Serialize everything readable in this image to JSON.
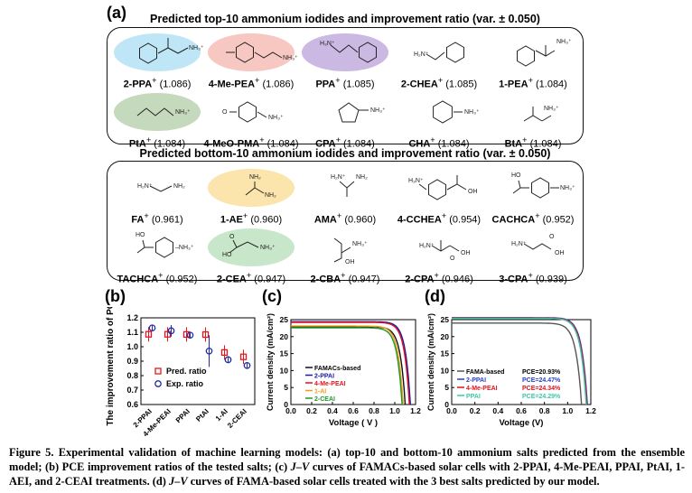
{
  "panels": {
    "a": "(a)",
    "b": "(b)",
    "c": "(c)",
    "d": "(d)"
  },
  "top_title": "Predicted top-10 ammonium iodides and improvement ratio (var. ± 0.050)",
  "bottom_title": "Predicted bottom-10 ammonium iodides and improvement ratio (var. ± 0.050)",
  "top_salts": [
    {
      "name": "2-PPA",
      "charge": "+",
      "ratio": "(1.086)",
      "highlight": "#bfe6f7"
    },
    {
      "name": "4-Me-PEA",
      "charge": "+",
      "ratio": "(1.086)",
      "highlight": "#f7c7c1"
    },
    {
      "name": "PPA",
      "charge": "+",
      "ratio": "(1.085)",
      "highlight": "#cbb8e3"
    },
    {
      "name": "2-CHEA",
      "charge": "+",
      "ratio": "(1.085)",
      "highlight": ""
    },
    {
      "name": "1-PEA",
      "charge": "+",
      "ratio": "(1.084)",
      "highlight": ""
    },
    {
      "name": "PtA",
      "charge": "+",
      "ratio": "(1.084)",
      "highlight": "#c5d9bd"
    },
    {
      "name": "4-MeO-PMA",
      "charge": "+",
      "ratio": "(1.084)",
      "highlight": ""
    },
    {
      "name": "CPA",
      "charge": "+",
      "ratio": "(1.084)",
      "highlight": ""
    },
    {
      "name": "CHA",
      "charge": "+",
      "ratio": "(1.084)",
      "highlight": ""
    },
    {
      "name": "BtA",
      "charge": "+",
      "ratio": "(1.084)",
      "highlight": ""
    }
  ],
  "bottom_salts": [
    {
      "name": "FA",
      "charge": "+",
      "ratio": "(0.961)",
      "highlight": ""
    },
    {
      "name": "1-AE",
      "charge": "+",
      "ratio": "(0.960)",
      "highlight": "#fbe5ad"
    },
    {
      "name": "AMA",
      "charge": "+",
      "ratio": "(0.960)",
      "highlight": ""
    },
    {
      "name": "4-CCHEA",
      "charge": "+",
      "ratio": "(0.954)",
      "highlight": ""
    },
    {
      "name": "CACHCA",
      "charge": "+",
      "ratio": "(0.952)",
      "highlight": ""
    },
    {
      "name": "TACHCA",
      "charge": "+",
      "ratio": "(0.952)",
      "highlight": ""
    },
    {
      "name": "2-CEA",
      "charge": "+",
      "ratio": "(0.947)",
      "highlight": "#c8e6c9"
    },
    {
      "name": "2-CBA",
      "charge": "+",
      "ratio": "(0.947)",
      "highlight": ""
    },
    {
      "name": "2-CPA",
      "charge": "+",
      "ratio": "(0.946)",
      "highlight": ""
    },
    {
      "name": "3-CPA",
      "charge": "+",
      "ratio": "(0.939)",
      "highlight": ""
    }
  ],
  "atoms": {
    "nh3": "NH₃⁺",
    "h3n": "H₃N⁺",
    "nh2": "NH₂",
    "h2n": "H₂N⁺",
    "oh": "OH",
    "o": "O",
    "ho": "HO",
    "nh3c": "–NH₃⁺"
  },
  "chart_data": [
    {
      "type": "scatter",
      "ylabel": "The improvement ratio of PCE",
      "ylim": [
        0.6,
        1.2
      ],
      "yticks": [
        0.6,
        0.7,
        0.8,
        0.9,
        1.0,
        1.1,
        1.2
      ],
      "ytick_labels": [
        "0.6",
        "0.7",
        "0.8",
        "0.9",
        "1.0",
        "1.1",
        "1.2"
      ],
      "categories": [
        "2-PPAI",
        "4-Me-PEAI",
        "PPAI",
        "PtAI",
        "1-AI",
        "2-CEAI"
      ],
      "series": [
        {
          "name": "Pred.  ratio",
          "values": [
            1.086,
            1.086,
            1.085,
            1.084,
            0.96,
            0.93
          ],
          "err": [
            0.05,
            0.05,
            0.05,
            0.05,
            0.05,
            0.05
          ],
          "color": "#e8161c"
        },
        {
          "name": "Exp.  ratio",
          "values": [
            1.13,
            1.11,
            1.08,
            0.97,
            0.91,
            0.87
          ],
          "err": [
            0.02,
            0.04,
            0.02,
            0.11,
            0.02,
            0.02
          ],
          "color": "#1f2ba8"
        }
      ]
    },
    {
      "type": "line",
      "xlabel": "Voltage ( V )",
      "ylabel": "Current density (mA/cm²)",
      "xlim": [
        0.0,
        1.2
      ],
      "ylim": [
        0,
        25
      ],
      "xticks": [
        0.0,
        0.2,
        0.4,
        0.6,
        0.8,
        1.0,
        1.2
      ],
      "xtick_labels": [
        "0.0",
        "0.2",
        "0.4",
        "0.6",
        "0.8",
        "1.0",
        "1.2"
      ],
      "yticks": [
        0,
        5,
        10,
        15,
        20,
        25
      ],
      "ytick_labels": [
        "0",
        "5",
        "10",
        "15",
        "20",
        "25"
      ],
      "series": [
        {
          "name": "FAMACs-based",
          "color": "#111111",
          "jsc": 22.9,
          "voc": 1.1
        },
        {
          "name": "2-PPAI",
          "color": "#1a1aa8",
          "jsc": 24.4,
          "voc": 1.15
        },
        {
          "name": "4-Me-PEAI",
          "color": "#e0121c",
          "jsc": 24.2,
          "voc": 1.14
        },
        {
          "name": "1-AI",
          "color": "#f29a1a",
          "jsc": 23.1,
          "voc": 1.08
        },
        {
          "name": "2-CEAI",
          "color": "#1e9b28",
          "jsc": 22.6,
          "voc": 1.07
        }
      ]
    },
    {
      "type": "line",
      "xlabel": "Voltage (V)",
      "ylabel": "Current density (mA/cm²)",
      "xlim": [
        0.0,
        1.2
      ],
      "ylim": [
        0,
        25
      ],
      "xticks": [
        0.0,
        0.2,
        0.4,
        0.6,
        0.8,
        1.0,
        1.2
      ],
      "xtick_labels": [
        "0.0",
        "0.2",
        "0.4",
        "0.6",
        "0.8",
        "1.0",
        "1.2"
      ],
      "yticks": [
        0,
        5,
        10,
        15,
        20,
        25
      ],
      "ytick_labels": [
        "0",
        "5",
        "10",
        "15",
        "20",
        "25"
      ],
      "series": [
        {
          "name": "FAMA-based",
          "pce": "PCE=20.93%",
          "color": "#555555",
          "jsc": 24.0,
          "voc": 1.12
        },
        {
          "name": "2-PPAI",
          "pce": "PCE=24.47%",
          "color": "#2a3fc4",
          "jsc": 25.6,
          "voc": 1.17
        },
        {
          "name": "4-Me-PEAI",
          "pce": "PCE=24.34%",
          "color": "#e0121c",
          "jsc": 25.5,
          "voc": 1.165
        },
        {
          "name": "PPAI",
          "pce": "PCE=24.29%",
          "color": "#3cc7a4",
          "jsc": 25.4,
          "voc": 1.16
        }
      ]
    }
  ],
  "caption": {
    "fig": "Figure 5.",
    "p1": " Experimental validation of machine learning models: (a) top-10 and bottom-10 ammonium salts predicted from the ensemble model; (b) PCE improvement ratios of the tested salts; (c) ",
    "jv1": "J–V",
    "p2": " curves of FAMACs-based solar cells with 2-PPAI, 4-Me-PEAI, PPAI, PtAI, 1-AEI, and 2-CEAI treatments. (d) ",
    "jv2": "J–V",
    "p3": " curves of FAMA-based solar cells treated with the 3 best salts predicted by our model."
  }
}
